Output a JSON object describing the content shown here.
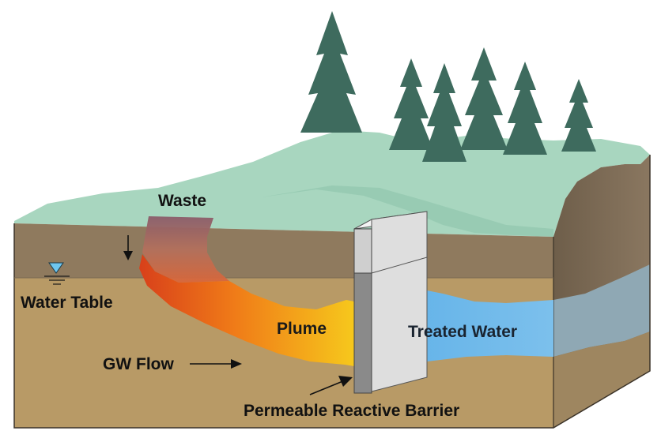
{
  "labels": {
    "waste": "Waste",
    "water_table": "Water Table",
    "plume": "Plume",
    "treated_water": "Treated Water",
    "gw_flow": "GW Flow",
    "barrier": "Permeable Reactive Barrier"
  },
  "icons": {
    "water_table_marker": "water-table-triangle-icon",
    "down_arrow": "arrow-down-icon",
    "flow_arrow": "arrow-right-icon",
    "pointer_arrow": "pointer-arrow-icon"
  },
  "colors": {
    "ground_surface": "#a9d6bf",
    "unsaturated_soil": "#8f7a5e",
    "aquifer": "#b89a66",
    "side_face": "#7b6a54",
    "plume_start": "#e05a14",
    "plume_end": "#f4c21a",
    "treated_water": "#6db6e8",
    "barrier_front": "#c9c9c9",
    "tree": "#3e6b5e"
  }
}
